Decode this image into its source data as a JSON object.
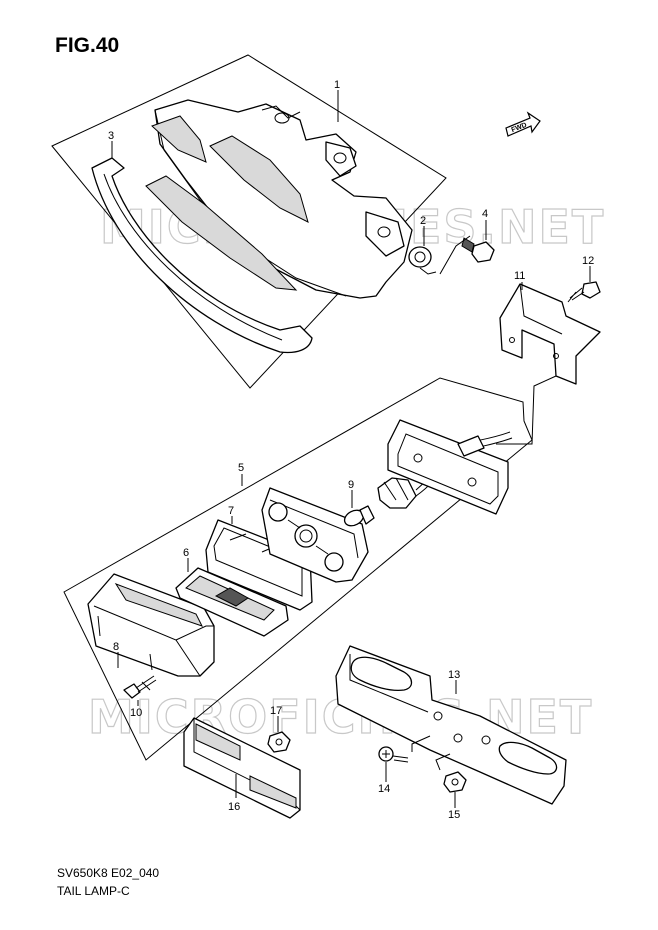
{
  "figure": {
    "title": "FIG.40",
    "model_code": "SV650K8 E02_040",
    "name": "TAIL LAMP-C"
  },
  "watermark": {
    "text": "MICROFICHES.NET"
  },
  "direction_marker": {
    "label": "FWD"
  },
  "callouts": [
    "1",
    "2",
    "3",
    "4",
    "5",
    "6",
    "7",
    "8",
    "9",
    "10",
    "11",
    "12",
    "13",
    "14",
    "15",
    "16",
    "17"
  ]
}
